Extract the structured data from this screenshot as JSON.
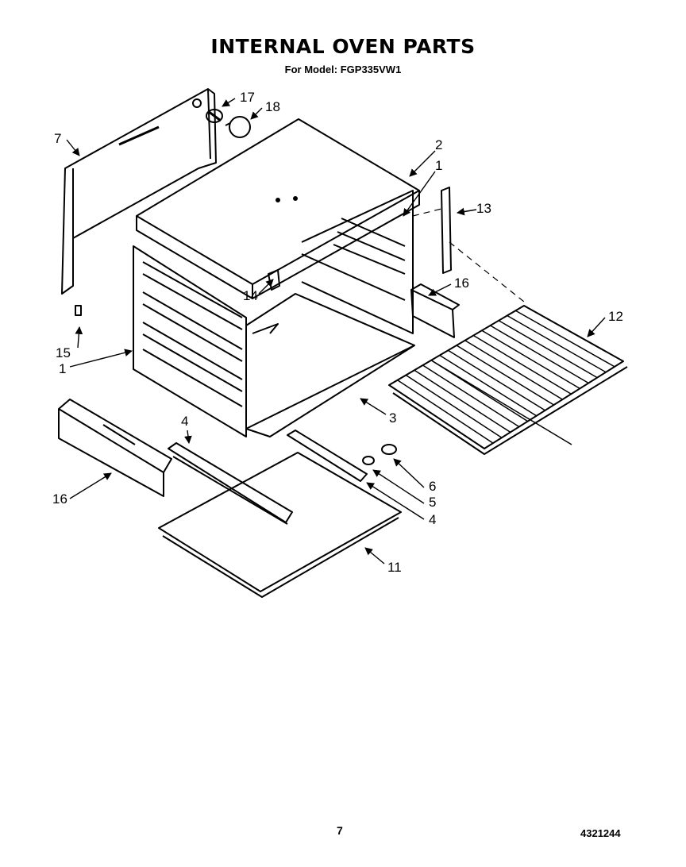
{
  "title": "INTERNAL OVEN PARTS",
  "subtitle": "For Model: FGP335VW1",
  "page_number": "7",
  "document_number": "4321244",
  "callouts": {
    "c1a": "1",
    "c1b": "1",
    "c2": "2",
    "c3": "3",
    "c4a": "4",
    "c4b": "4",
    "c5": "5",
    "c6": "6",
    "c7": "7",
    "c11": "11",
    "c12": "12",
    "c13": "13",
    "c14": "14",
    "c15": "15",
    "c16a": "16",
    "c16b": "16",
    "c17": "17",
    "c18": "18"
  },
  "colors": {
    "ink": "#000000",
    "paper": "#ffffff"
  }
}
